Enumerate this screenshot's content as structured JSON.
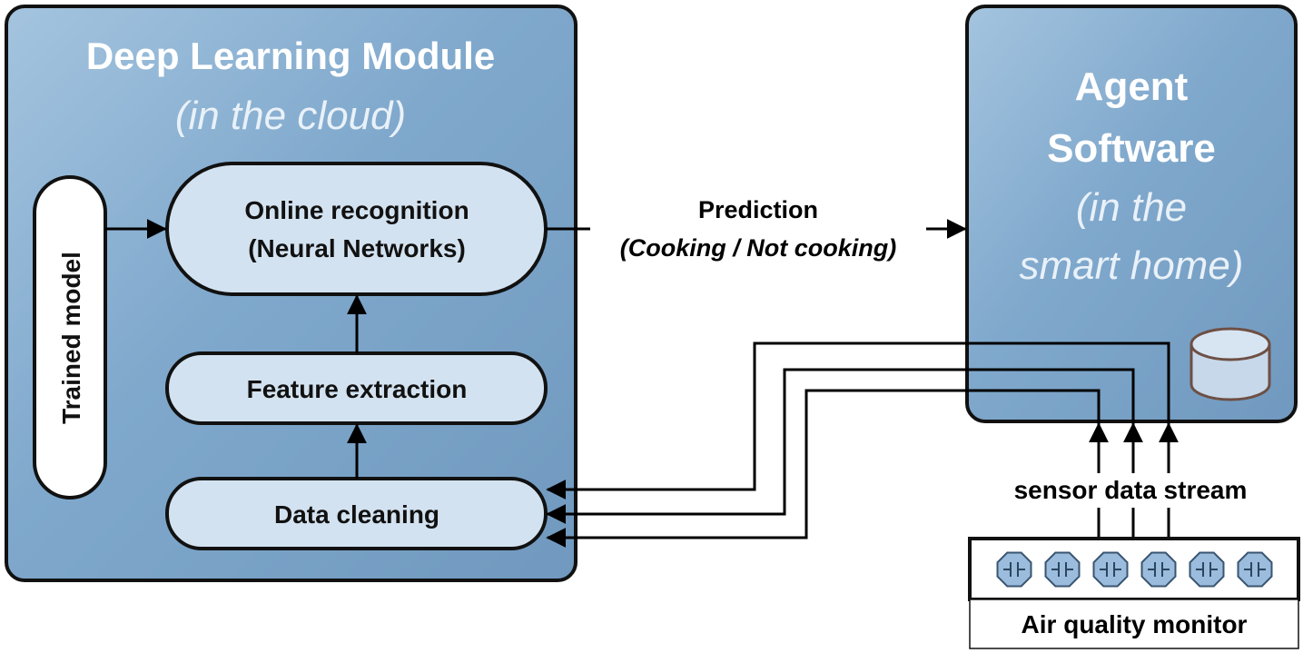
{
  "deep_learning_module": {
    "title": "Deep Learning Module",
    "subtitle": "(in the cloud)",
    "trained_model": "Trained model",
    "online_recognition": {
      "line1": "Online recognition",
      "line2": "(Neural Networks)"
    },
    "feature_extraction": "Feature extraction",
    "data_cleaning": "Data cleaning"
  },
  "prediction": {
    "label": "Prediction",
    "values": "(Cooking / Not cooking)"
  },
  "agent_software": {
    "line1": "Agent",
    "line2": "Software",
    "line3": "(in the",
    "line4": "smart home)",
    "database_icon": "database-icon"
  },
  "sensor_data_stream": "sensor data stream",
  "air_quality_monitor": {
    "label": "Air quality monitor",
    "sensor_count": 6,
    "sensor_icon": "sensor-hexagon-icon"
  },
  "colors": {
    "panel_fill": "#7ea7cb",
    "panel_fill_light": "#9ec0dc",
    "box_fill": "#d3e2f0",
    "stroke": "#111111",
    "database_fill": "#c6d8ea",
    "database_stroke": "#6e4f44",
    "sensor_fill": "#9bbcdc"
  }
}
